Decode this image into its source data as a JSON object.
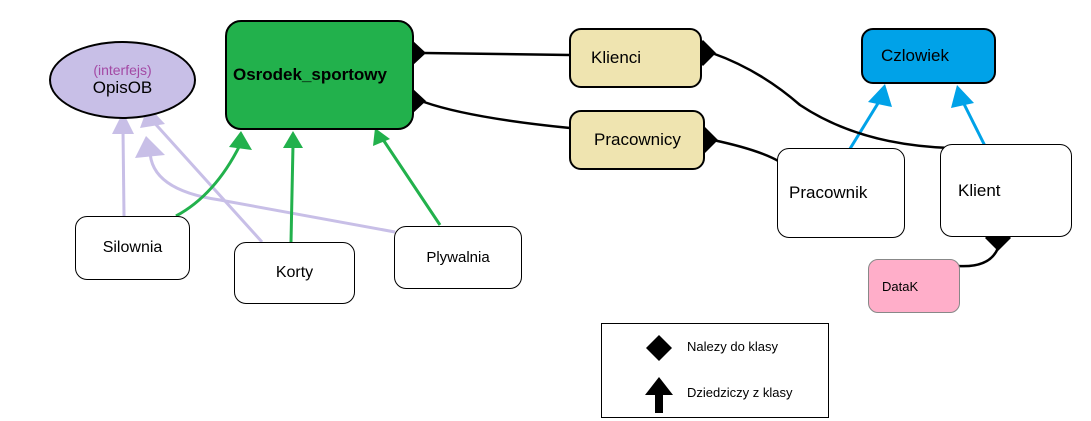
{
  "colors": {
    "interface_fill": "#c8bfe7",
    "interface_label": "#a349a4",
    "main_fill": "#22b14c",
    "group_fill": "#efe4b0",
    "human_fill": "#00a2e8",
    "date_fill": "#ffaec9",
    "interface_arrow": "#c8bfe7",
    "main_arrow": "#22b14c",
    "human_arrow": "#00a2e8"
  },
  "nodes": {
    "opisob": {
      "stereotype": "(interfejs)",
      "label": "OpisOB"
    },
    "osrodek": {
      "label": "Osrodek_sportowy"
    },
    "klienci": {
      "label": "Klienci"
    },
    "pracownicy": {
      "label": "Pracownicy"
    },
    "czlowiek": {
      "label": "Czlowiek"
    },
    "pracownik": {
      "label": "Pracownik"
    },
    "klient": {
      "label": "Klient"
    },
    "datak": {
      "label": "DataK"
    },
    "silownia": {
      "label": "Silownia"
    },
    "korty": {
      "label": "Korty"
    },
    "plywalnia": {
      "label": "Plywalnia"
    }
  },
  "legend": {
    "aggregation_label": "Nalezy do klasy",
    "inheritance_label": "Dziedziczy z klasy",
    "aggregation_icon": "diamond-icon",
    "inheritance_icon": "arrow-up-icon"
  }
}
